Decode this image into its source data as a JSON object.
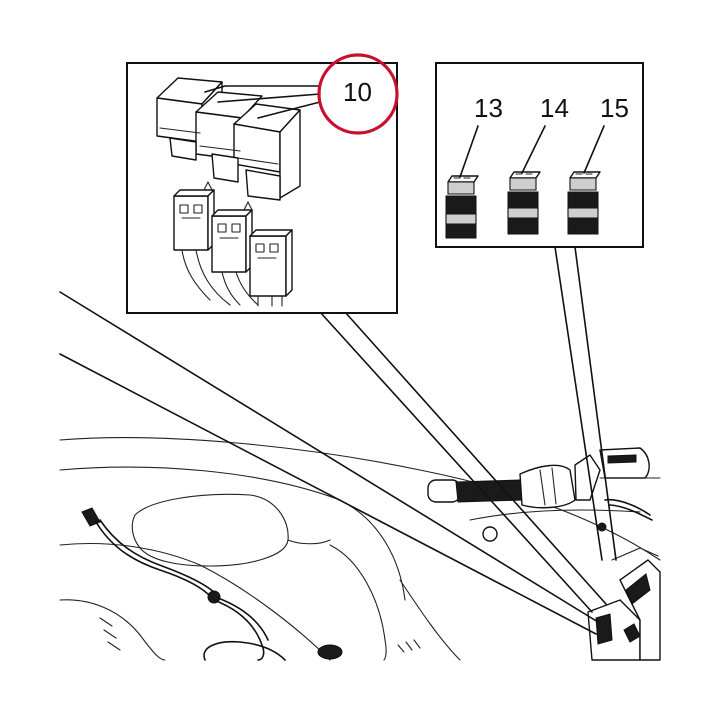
{
  "callouts": {
    "relay_group": "10",
    "connector_a": "13",
    "connector_b": "14",
    "connector_c": "15"
  },
  "colors": {
    "highlight_ring": "#c8102e",
    "line": "#111111"
  }
}
